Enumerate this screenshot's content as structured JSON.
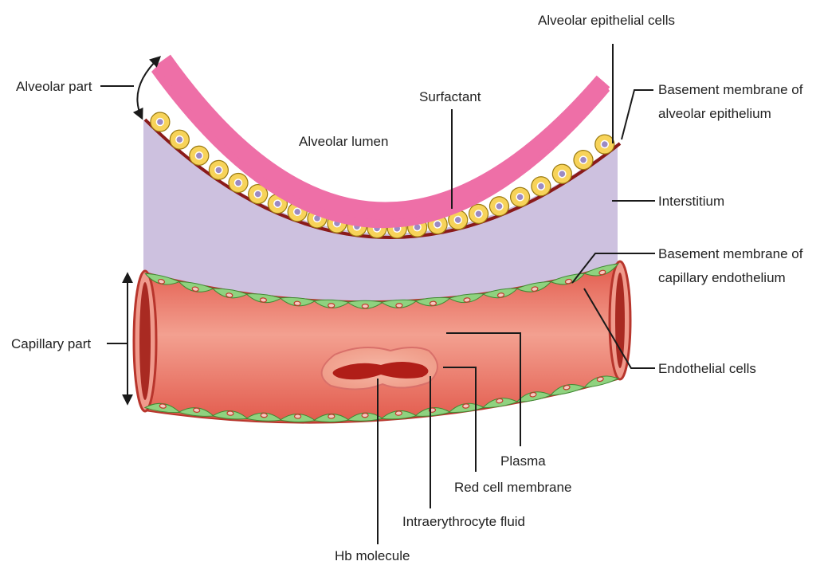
{
  "labels": {
    "alveolar_part": "Alveolar part",
    "alveolar_epithelial_cells": "Alveolar epithelial cells",
    "surfactant": "Surfactant",
    "alveolar_lumen": "Alveolar lumen",
    "basement_membrane_alveolar": [
      "Basement membrane of",
      "alveolar epithelium"
    ],
    "interstitium": "Interstitium",
    "basement_membrane_capillary": [
      "Basement membrane of",
      "capillary endothelium"
    ],
    "capillary_part": "Capillary part",
    "endothelial_cells": "Endothelial cells",
    "plasma": "Plasma",
    "red_cell_membrane": "Red cell membrane",
    "intraerythrocyte_fluid": "Intraerythrocyte fluid",
    "hb_molecule": "Hb molecule"
  },
  "colors": {
    "surfactant": "#ee6fa7",
    "epithelial_cell_fill": "#f7d35a",
    "epithelial_cell_stroke": "#9a7a10",
    "nucleus": "#9b8ac4",
    "basement_membrane": "#8a1a1a",
    "interstitium": "#cdc1df",
    "capillary_lumen": "#e8705f",
    "endothelial_cell": "#8fd27f",
    "capillary_wall": "#b8352c",
    "hb": "#b01e18",
    "leader_line": "#1a1a1a"
  }
}
